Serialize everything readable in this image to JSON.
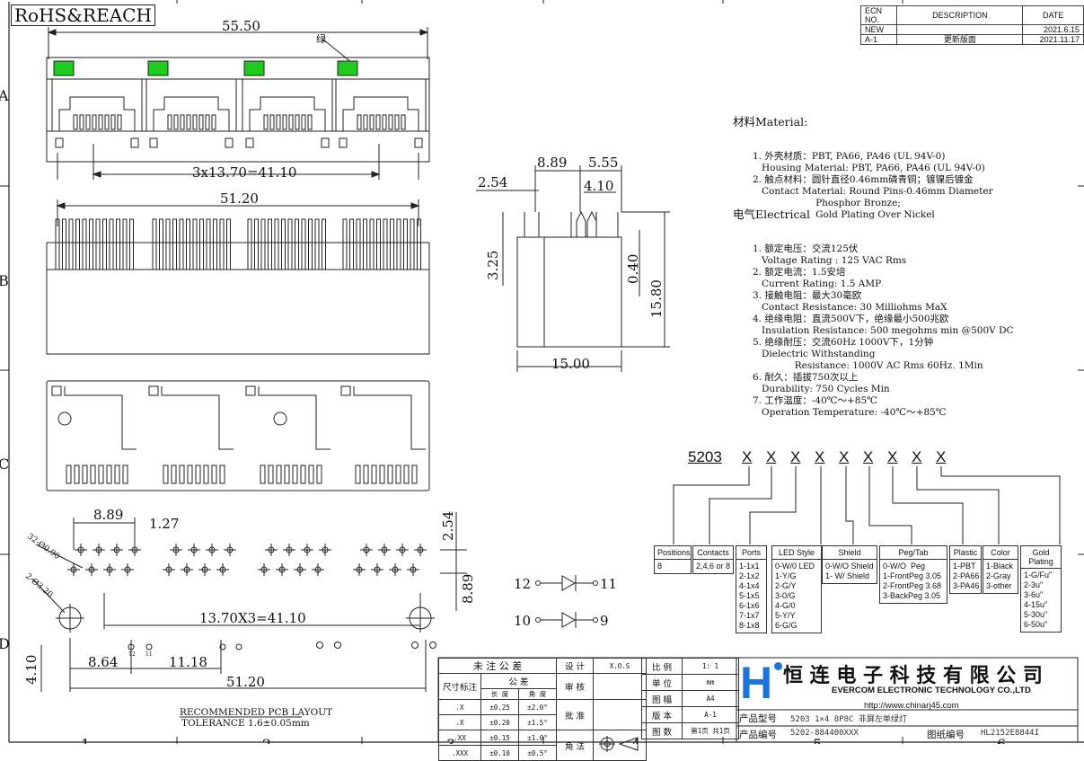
{
  "title": "RoHS&REACH",
  "revision_table": {
    "headers": [
      "ECN NO.",
      "DESCRIPTION",
      "DATE"
    ],
    "rows": [
      [
        "NEW",
        "",
        "2021.6.15"
      ],
      [
        "A-1",
        "更新版面",
        "2021.11.17"
      ]
    ]
  },
  "grid": {
    "top": [
      "1",
      "2",
      "3",
      "4",
      "5",
      "6"
    ],
    "left": [
      "A",
      "B",
      "C",
      "D"
    ]
  },
  "top_view": {
    "overall_width": "55.50",
    "led_note": "绿",
    "pitch": "3x13.70=41.10"
  },
  "front_view": {
    "width": "51.20"
  },
  "side_view": {
    "dims": [
      "8.89",
      "5.55",
      "2.54",
      "4.10",
      "3.25",
      "0.40",
      "15.80",
      "15.00"
    ]
  },
  "pcb_layout": {
    "dims": [
      "8.89",
      "1.27",
      "2.54",
      "8.89",
      "13.70X3=41.10",
      "8.64",
      "11.18",
      "51.20",
      "4.10"
    ],
    "hole_notes": [
      "32-Ø0.90",
      "2-Ø3.20"
    ],
    "pin_labels": [
      "12",
      "11"
    ],
    "caption": [
      "RECOMMENDED PCB LAYOUT",
      "TOLERANCE 1.6±0.05mm"
    ]
  },
  "led_schematic": [
    {
      "left": "12",
      "right": "11"
    },
    {
      "left": "10",
      "right": "9"
    }
  ],
  "material": {
    "heading": "材料Material:",
    "lines": [
      "1. 外壳材质：PBT, PA66, PA46 (UL 94V-0)",
      "   Housing Material: PBT, PA66, PA46 (UL 94V-0)",
      "2. 触点材料：圆针直径0.46mm磷青铜；镀镍后镀金",
      "   Contact Material: Round Pins-0.46mm Diameter",
      "                     Phosphor Bronze;",
      "                     Gold Plating Over Nickel"
    ]
  },
  "electrical": {
    "heading": "电气Electrical",
    "lines": [
      "1. 额定电压：交流125伏",
      "   Voltage Rating : 125 VAC Rms",
      "2. 额定电流：1.5安培",
      "   Current Rating: 1.5 AMP",
      "3. 接触电阻：最大30毫欧",
      "   Contact Resistance: 30 Milliohms MaX",
      "4. 绝缘电阻：直流500V下，绝缘最小500兆欧",
      "   Insulation Resistance: 500 megohms min @500V DC",
      "5. 绝缘耐压：交流60Hz 1000V下，1分钟",
      "   Dielectric Withstanding",
      "              Resistance: 1000V AC Rms 60Hz. 1Min",
      "6. 耐久：插拔750次以上",
      "   Durability: 750 Cycles Min",
      "7. 工作温度：-40℃～+85℃",
      "   Operation Temperature: -40℃～+85℃"
    ]
  },
  "part_code": {
    "base": "5203",
    "placeholders": [
      "X",
      "X",
      "X",
      "X",
      "X",
      "X",
      "X",
      "X",
      "X"
    ],
    "options": [
      {
        "title": "Positions",
        "body": "8"
      },
      {
        "title": "Contacts",
        "body": "2,4,6 or 8"
      },
      {
        "title": "Ports",
        "body": "1-1x1\n2-1x2\n4-1x4\n5-1x5\n6-1x6\n7-1x7\n8-1x8"
      },
      {
        "title": "LED Style",
        "body": "0-W/0 LED\n1-Y/G\n2-G/Y\n3-0/G\n4-G/0\n5-Y/Y\n6-G/G"
      },
      {
        "title": "Shield",
        "body": "0-W/O Shield\n1- W/ Shield"
      },
      {
        "title": "Peg/Tab",
        "body": "0-W/O  Peg\n1-FrontPeg 3.05\n2-FrontPeg 3.68\n3-BackPeg 3.05"
      },
      {
        "title": "Plastic",
        "body": "1-PBT\n2-PA66\n3-PA46"
      },
      {
        "title": "Color",
        "body": "1-Black\n2-Gray\n3-other"
      },
      {
        "title": "Gold\nPlating",
        "body": "1-G/Fu\"\n2-3u\"\n3-6u\"\n4-15u\"\n5-30u\"\n6-50u\""
      }
    ]
  },
  "title_block": {
    "tolerance_title": "未 注 公 差",
    "tol_header": [
      "尺寸标注",
      "公  差"
    ],
    "tol_sub": [
      "长 度",
      "角 度"
    ],
    "tol_rows": [
      [
        ".X",
        "±0.25",
        "±2.0°"
      ],
      [
        ".X",
        "±0.20",
        "±1.5°"
      ],
      [
        ".XX",
        "±0.15",
        "±1.0°"
      ],
      [
        ".XXX",
        "±0.10",
        "±0.5°"
      ]
    ],
    "roles": [
      "设 计",
      "审 核",
      "批 准",
      "角 法"
    ],
    "designer": "X.O.S",
    "props": [
      [
        "比 例",
        "1: 1"
      ],
      [
        "单 位",
        "mm"
      ],
      [
        "图 幅",
        "A4"
      ],
      [
        "版 本",
        "A-1"
      ],
      [
        "图 数",
        "第1页 共1页"
      ]
    ],
    "logo_letter": "H",
    "company_cn": "恒 连 电 子 科 技 有 限 公 司",
    "company_en": "EVERCOM ELECTRONIC TECHNOLOGY CO.,LTD",
    "website": "http://www.chinarj45.com",
    "model_label": "产品型号",
    "model_value": "5203 1×4 8P8C 非屏左单绿灯",
    "code_label": "产品编号",
    "code_value": "5202-884400XXX",
    "drawing_label": "图纸编号",
    "drawing_value": "HL2152E8844I"
  },
  "colors": {
    "led_green": "#1fcb1f",
    "line": "#222222",
    "logo_blue": "#1e73d9"
  }
}
